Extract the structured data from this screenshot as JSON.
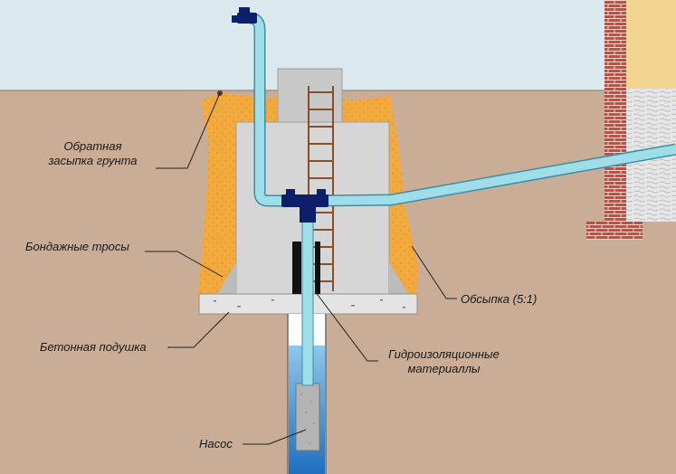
{
  "labels": {
    "backfill_line1": "Обратная",
    "backfill_line2": "засыпка грунта",
    "cables": "Бондажные тросы",
    "sprinkle": "Обсыпка (5:1)",
    "concrete_pad": "Бетонная подушка",
    "waterproof_line1": "Гидроизоляционные",
    "waterproof_line2": "материаллы",
    "pump": "Насос"
  },
  "colors": {
    "sky": "#dbe9ef",
    "ground": "#c9ad97",
    "backfill": "#f2a93e",
    "caisson": "#d6d6d6",
    "caisson_shaft": "#c8c8c8",
    "concrete": "#e4e4e4",
    "pipe": "#9fdde8",
    "pipe_outline": "#3c8fa6",
    "fitting": "#0d1f6b",
    "brick": "#c94a43",
    "house_wall": "#f1d48f",
    "stone": "#e6e6e6",
    "water": "#3f94d6",
    "pump": "#b4b4b4",
    "ladder": "#8b4d2a"
  }
}
